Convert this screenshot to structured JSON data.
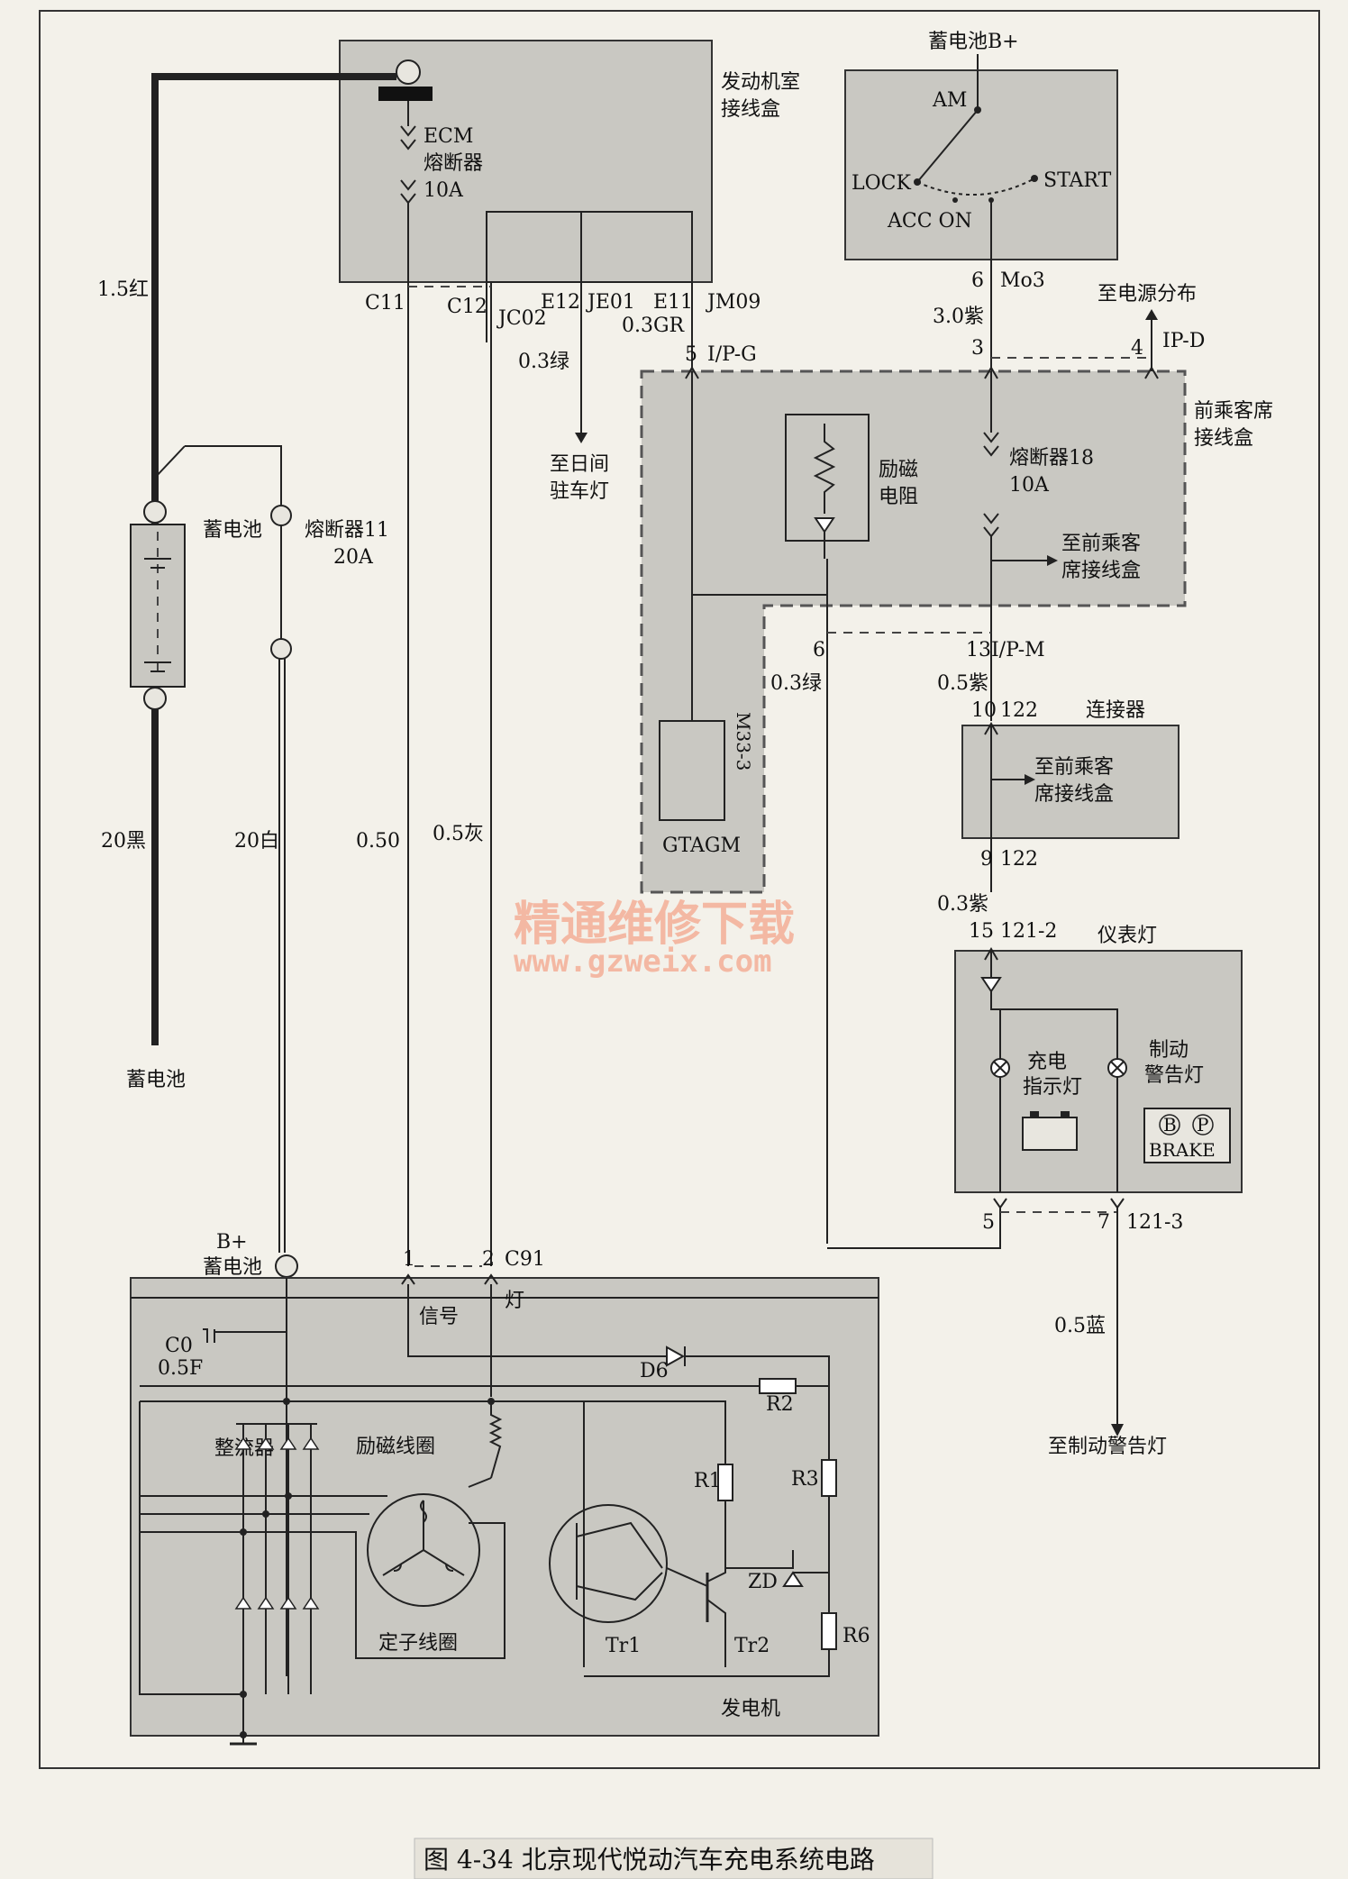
{
  "labels": {
    "engine_box": [
      "发动机室",
      "接线盒"
    ],
    "ecm_fuse": [
      "ECM",
      "熔断器",
      "10A"
    ],
    "c11": "C11",
    "c12": "C12",
    "jc02": "JC02",
    "e12": "E12",
    "je01": "JE01",
    "e11": "E11",
    "jm09": "JM09",
    "wire_15red": "1.5红",
    "wire_03green_a": "0.3绿",
    "wire_03gr": "0.3GR",
    "to_daylight": [
      "至日间",
      "驻车灯"
    ],
    "battery_label": "蓄电池",
    "fuse11": [
      "熔断器11",
      "20A"
    ],
    "wire_20black": "20黑",
    "wire_20white": "20白",
    "wire_050": "0.50",
    "wire_05gray": "0.5灰",
    "battery_bottom": "蓄电池",
    "ign_battery": "蓄电池B+",
    "am": "AM",
    "lock": "LOCK",
    "start": "START",
    "acc_on": "ACC ON",
    "pin6": "6",
    "mo3": "Mo3",
    "wire_30purple": "3.0紫",
    "pin3": "3",
    "pin4": "4",
    "ipd": "IP-D",
    "to_power": "至电源分布",
    "pin5": "5",
    "ipg": "I/P-G",
    "passenger_box": [
      "前乘客席",
      "接线盒"
    ],
    "excite_res": [
      "励磁",
      "电阻"
    ],
    "fuse18": [
      "熔断器18",
      "10A"
    ],
    "to_pass_box": [
      "至前乘客",
      "席接线盒"
    ],
    "pin6b": "6",
    "ipm": "13I/P-M",
    "wire_03green_b": "0.3绿",
    "m33": "M33-3",
    "gtagm": "GTAGM",
    "wire_05purple": "0.5紫",
    "p10": "10",
    "p122a": "122",
    "connector": "连接器",
    "to_pass_box2": [
      "至前乘客",
      "席接线盒"
    ],
    "p9": "9",
    "p122b": "122",
    "wire_03purple": "0.3紫",
    "p15": "15",
    "p1212": "121-2",
    "instr_lamp": "仪表灯",
    "charge_lamp": [
      "充电",
      "指示灯"
    ],
    "brake_lamp": [
      "制动",
      "警告灯"
    ],
    "brake_b": "B",
    "brake_p": "P",
    "brake_text": "BRAKE",
    "p5": "5",
    "p7": "7",
    "p1213": "121-3",
    "wire_05blue": "0.5蓝",
    "to_brake": "至制动警告灯",
    "bplus": "B+",
    "gen_battery": "蓄电池",
    "g1": "1",
    "g2": "2",
    "c91": "C91",
    "signal": "信号",
    "lamp": "灯",
    "c0": [
      "C0",
      "0.5F"
    ],
    "d6": "D6",
    "r2": "R2",
    "rectifier": "整流器",
    "excite_coil": "励磁线圈",
    "r1": "R1",
    "r3": "R3",
    "zd": "ZD",
    "stator": "定子线圈",
    "tr1": "Tr1",
    "tr2": "Tr2",
    "r6": "R6",
    "generator": "发电机"
  },
  "watermark": {
    "cn": "精通维修下载",
    "url": "www.gzweix.com"
  },
  "caption": "图 4-34  北京现代悦动汽车充电系统电路"
}
